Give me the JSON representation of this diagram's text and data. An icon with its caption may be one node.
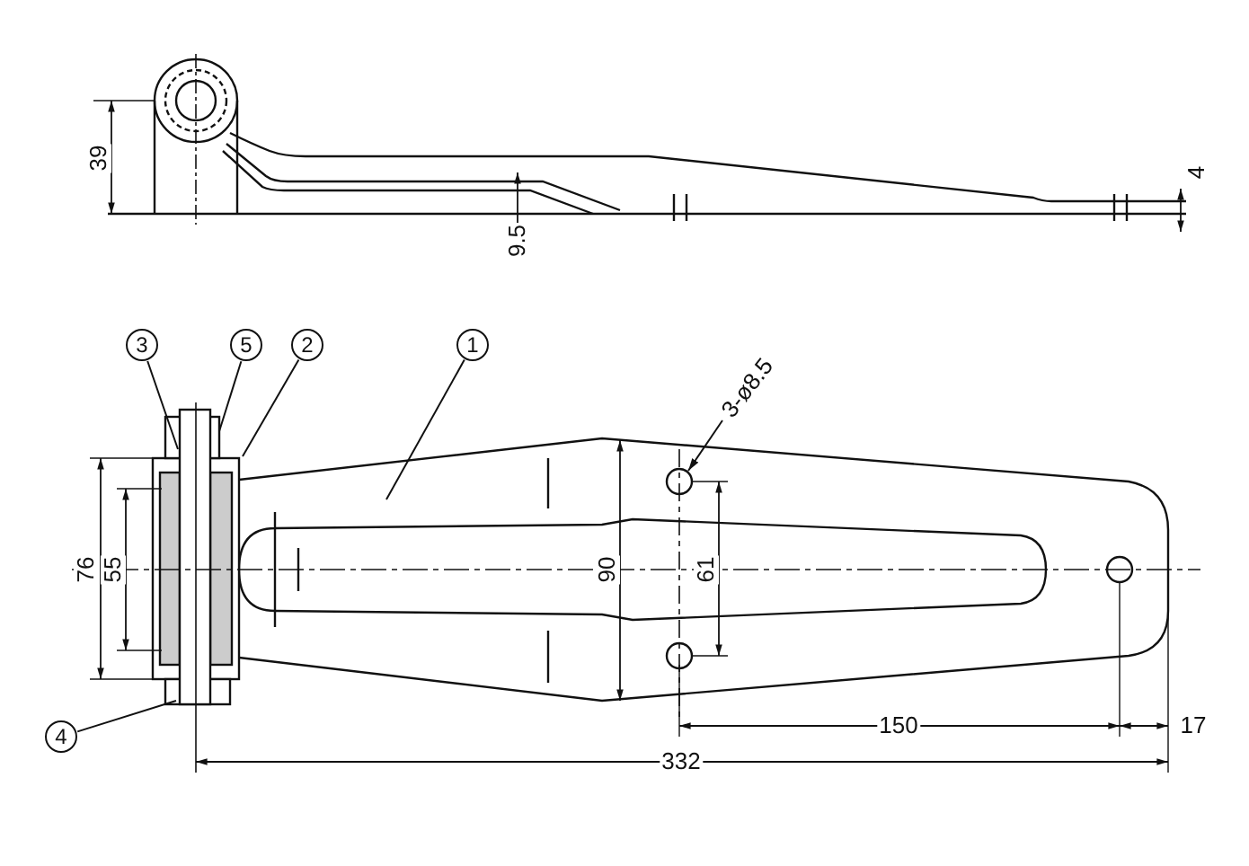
{
  "diagram": {
    "nodes": [
      {
        "text": [
          "3"
        ]
      },
      {
        "text": [
          "5"
        ]
      },
      {
        "text": [
          "2"
        ]
      },
      {
        "text": [
          "1"
        ]
      },
      {
        "text": [
          "3-ø8.5"
        ]
      },
      {
        "text": [
          "4"
        ]
      }
    ],
    "edges": [
      {
        "from": 0,
        "to": null,
        "arrow": "none"
      },
      {
        "from": 1,
        "to": null,
        "arrow": "none"
      },
      {
        "from": 2,
        "to": null,
        "arrow": "none"
      },
      {
        "from": 3,
        "to": null,
        "arrow": "none"
      },
      {
        "from": 4,
        "to": null,
        "arrow": "to"
      },
      {
        "from": 5,
        "to": null,
        "arrow": "none"
      }
    ],
    "labels": [
      "39",
      "4",
      "9.5",
      "76",
      "55",
      "90",
      "61",
      "150",
      "17",
      "332"
    ]
  }
}
